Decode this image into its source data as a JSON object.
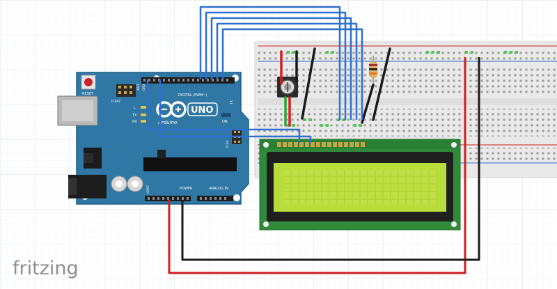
{
  "brand": {
    "name": "fritzing"
  },
  "arduino": {
    "reset_label": "RESET",
    "icsp2_label": "ICSP2",
    "digital_label": "DIGITAL (PWM~)",
    "aref_label": "AREF",
    "gnd_label": "GND",
    "tx_label": "TX",
    "rx_label": "RX",
    "l_label": "L",
    "model_label": "UNO",
    "brand_label": "Arduino",
    "on_label": "ON",
    "icsp_label": "ICSP",
    "power_label": "POWER",
    "analog_label": "ANALOG IN",
    "ioref_label": "IOREF",
    "txrx_tx_label": "TX",
    "txrx_rx_label": "RX"
  },
  "colors": {
    "grid": "#dfe5ec",
    "board_blue": "#2f77a5",
    "wire_blue": "#2f6fd0",
    "wire_red": "#d21e1e",
    "wire_black": "#1a1a1a",
    "wire_green": "#27a737",
    "lcd_pcb": "#2f8a3a",
    "lcd_screen": "#b8dc3a",
    "breadboard": "#e9e9e9"
  }
}
